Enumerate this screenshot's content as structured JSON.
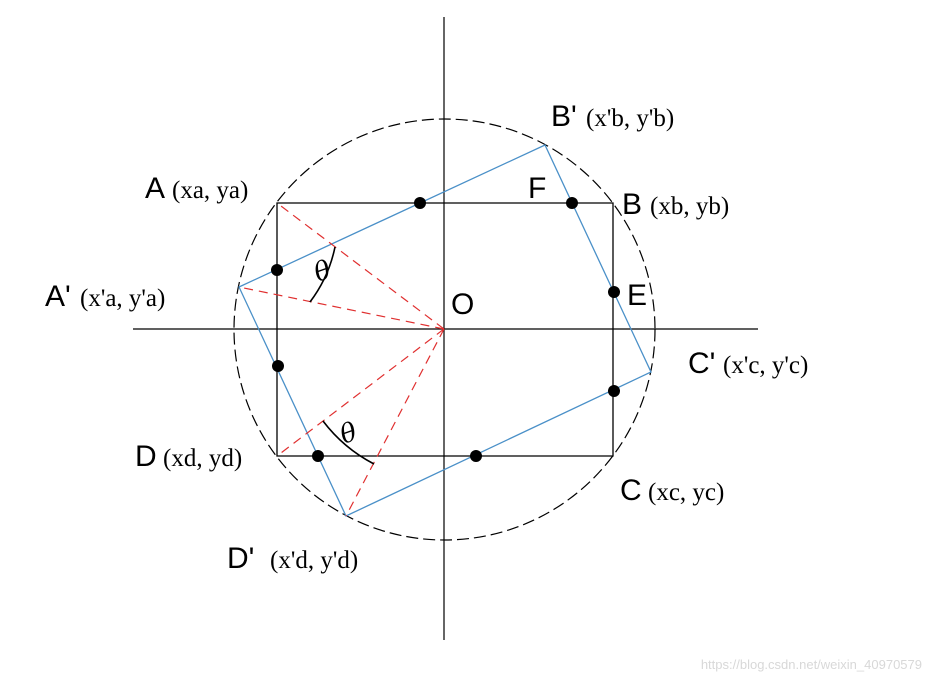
{
  "origin_label": "O",
  "points": {
    "A": {
      "name": "A",
      "coord": "(xa, ya)"
    },
    "B": {
      "name": "B",
      "coord": "(xb, yb)"
    },
    "C": {
      "name": "C",
      "coord": "(xc, yc)"
    },
    "D": {
      "name": "D",
      "coord": "(xd, yd)"
    },
    "A_prime": {
      "name": "A'",
      "coord": "(x'a, y'a)"
    },
    "B_prime": {
      "name": "B'",
      "coord": "(x'b, y'b)"
    },
    "C_prime": {
      "name": "C'",
      "coord": "(x'c, y'c)"
    },
    "D_prime": {
      "name": "D'",
      "coord": "(x'd, y'd)"
    }
  },
  "side_labels": {
    "F": "F",
    "E": "E"
  },
  "angle_label": "θ",
  "watermark": "https://blog.csdn.net/weixin_40970579",
  "colors": {
    "axes": "#000000",
    "rectangle": "#000000",
    "rotated_rectangle": "#4a90c8",
    "radii": "#e03030",
    "circle": "#000000",
    "intersection_dots": "#000000"
  }
}
